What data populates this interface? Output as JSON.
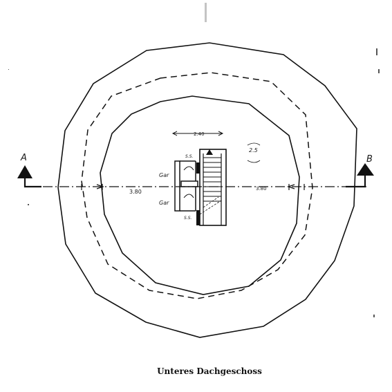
{
  "drawing": {
    "caption": "Unteres Dachgeschoss",
    "section_marker_left": "A",
    "section_marker_right": "B",
    "dimension_left": "3.80",
    "dimension_right": "3.80",
    "dimension_top": "2.40",
    "label_upper_room": "Gar",
    "label_lower_room": "Gar",
    "label_stair_top": "S.S.",
    "label_stair_bottom": "S.S.",
    "label_right_note": "2.5",
    "colors": {
      "ink": "#111111",
      "paper": "#ffffff"
    }
  }
}
